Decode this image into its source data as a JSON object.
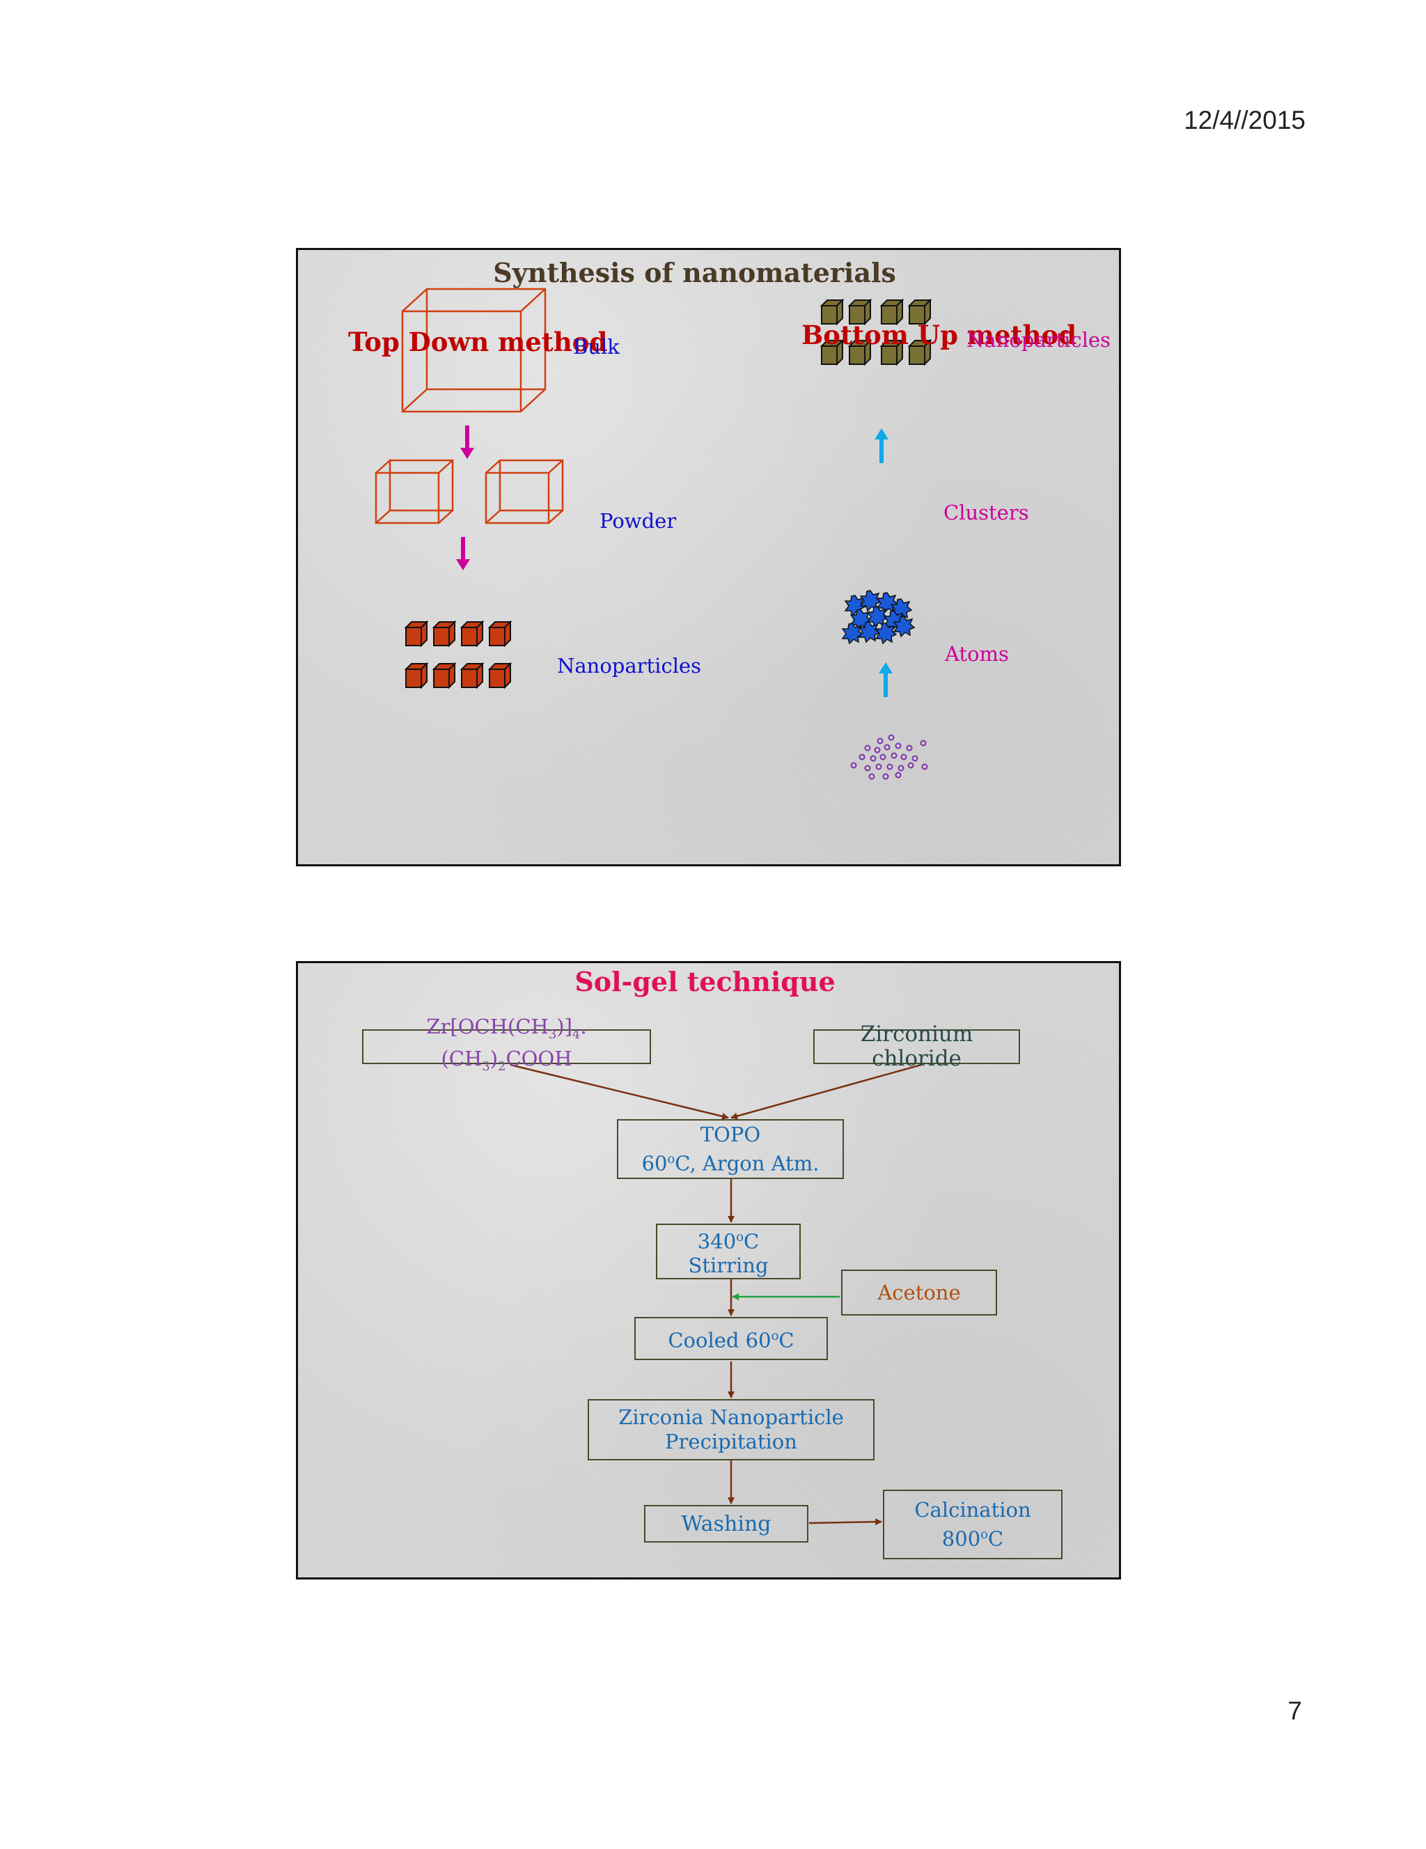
{
  "header": {
    "date": "12/4//2015"
  },
  "footer": {
    "page_number": "7"
  },
  "slide1": {
    "title": "Synthesis of nanomaterials",
    "top_down": {
      "heading": "Top Down method",
      "bulk": "Bulk",
      "powder": "Powder",
      "nanoparticles": "Nanoparticles"
    },
    "bottom_up": {
      "heading": "Bottom Up method",
      "nanoparticles": "Nanoparticles",
      "clusters": "Clusters",
      "atoms": "Atoms"
    },
    "colors": {
      "title": "#4a3a26",
      "heading": "#c00000",
      "top_down_label": "#1010d0",
      "bottom_up_label": "#cc0099",
      "cube_outline": "#d04010",
      "cube_fill": "#c83a10",
      "bottom_cube_fill": "#7a7034",
      "cluster_fill": "#1a5ad8",
      "atom_stroke": "#8030b0",
      "down_arrow": "#cc0099",
      "up_arrow": "#10a8e8"
    }
  },
  "slide2": {
    "title": "Sol-gel technique",
    "precursor": {
      "zr": "Zr",
      "part1": "[OCH(CH",
      "sub1": "3",
      "part2": ")]",
      "sub2": "4",
      "part3": ".(CH",
      "sub3": "3",
      "part4": ")",
      "sub4": "2",
      "part5": "COOH"
    },
    "zirconium_chloride": "Zirconium chloride",
    "topo": {
      "line1": "TOPO",
      "line2_num": "60",
      "line2_sup": "o",
      "line2_rest": "C, Argon Atm."
    },
    "stirring": {
      "line1_num": "340",
      "line1_sup": "o",
      "line1_rest": "C",
      "line2": "Stirring"
    },
    "acetone": "Acetone",
    "cooled": {
      "text": "Cooled 60",
      "sup": "o",
      "rest": "C"
    },
    "precipitation": {
      "line1": "Zirconia Nanoparticle",
      "line2": "Precipitation"
    },
    "washing": "Washing",
    "calcination": {
      "line1": "Calcination",
      "line2_num": "800",
      "line2_sup": "o",
      "line2_rest": "C"
    },
    "colors": {
      "title": "#e0105a",
      "text": "#1a6ab0",
      "precursor_text": "#8844aa",
      "chloride_text": "#2a4a4a",
      "acetone_text": "#b05010",
      "arrow": "#7a3010",
      "acetone_arrow": "#20a040"
    }
  }
}
